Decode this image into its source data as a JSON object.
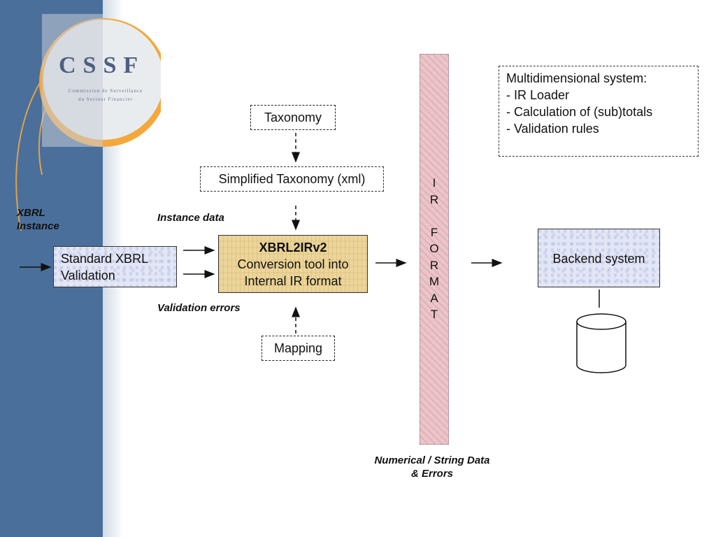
{
  "logo": {
    "text": "CSSF",
    "subtitle_1": "Commission de Surveillance",
    "subtitle_2": "du Secteur Financier"
  },
  "labels": {
    "xbrl_instance_1": "XBRL",
    "xbrl_instance_2": "Instance",
    "instance_data": "Instance data",
    "validation_errors": "Validation errors",
    "numerical_1": "Numerical / String Data",
    "numerical_2": "& Errors"
  },
  "boxes": {
    "taxonomy": "Taxonomy",
    "simplified_taxonomy": "Simplified Taxonomy (xml)",
    "mapping": "Mapping",
    "standard_validation_1": "Standard XBRL",
    "standard_validation_2": "Validation",
    "converter_title": "XBRL2IRv2",
    "converter_line_1": "Conversion tool into",
    "converter_line_2": "Internal IR format",
    "backend": "Backend system"
  },
  "ir_format_letters": [
    "I",
    "R",
    "",
    "F",
    "O",
    "R",
    "M",
    "A",
    "T"
  ],
  "multidimensional": {
    "title": "Multidimensional system:",
    "items": [
      "- IR Loader",
      "- Calculation of (sub)totals",
      "- Validation rules"
    ]
  }
}
